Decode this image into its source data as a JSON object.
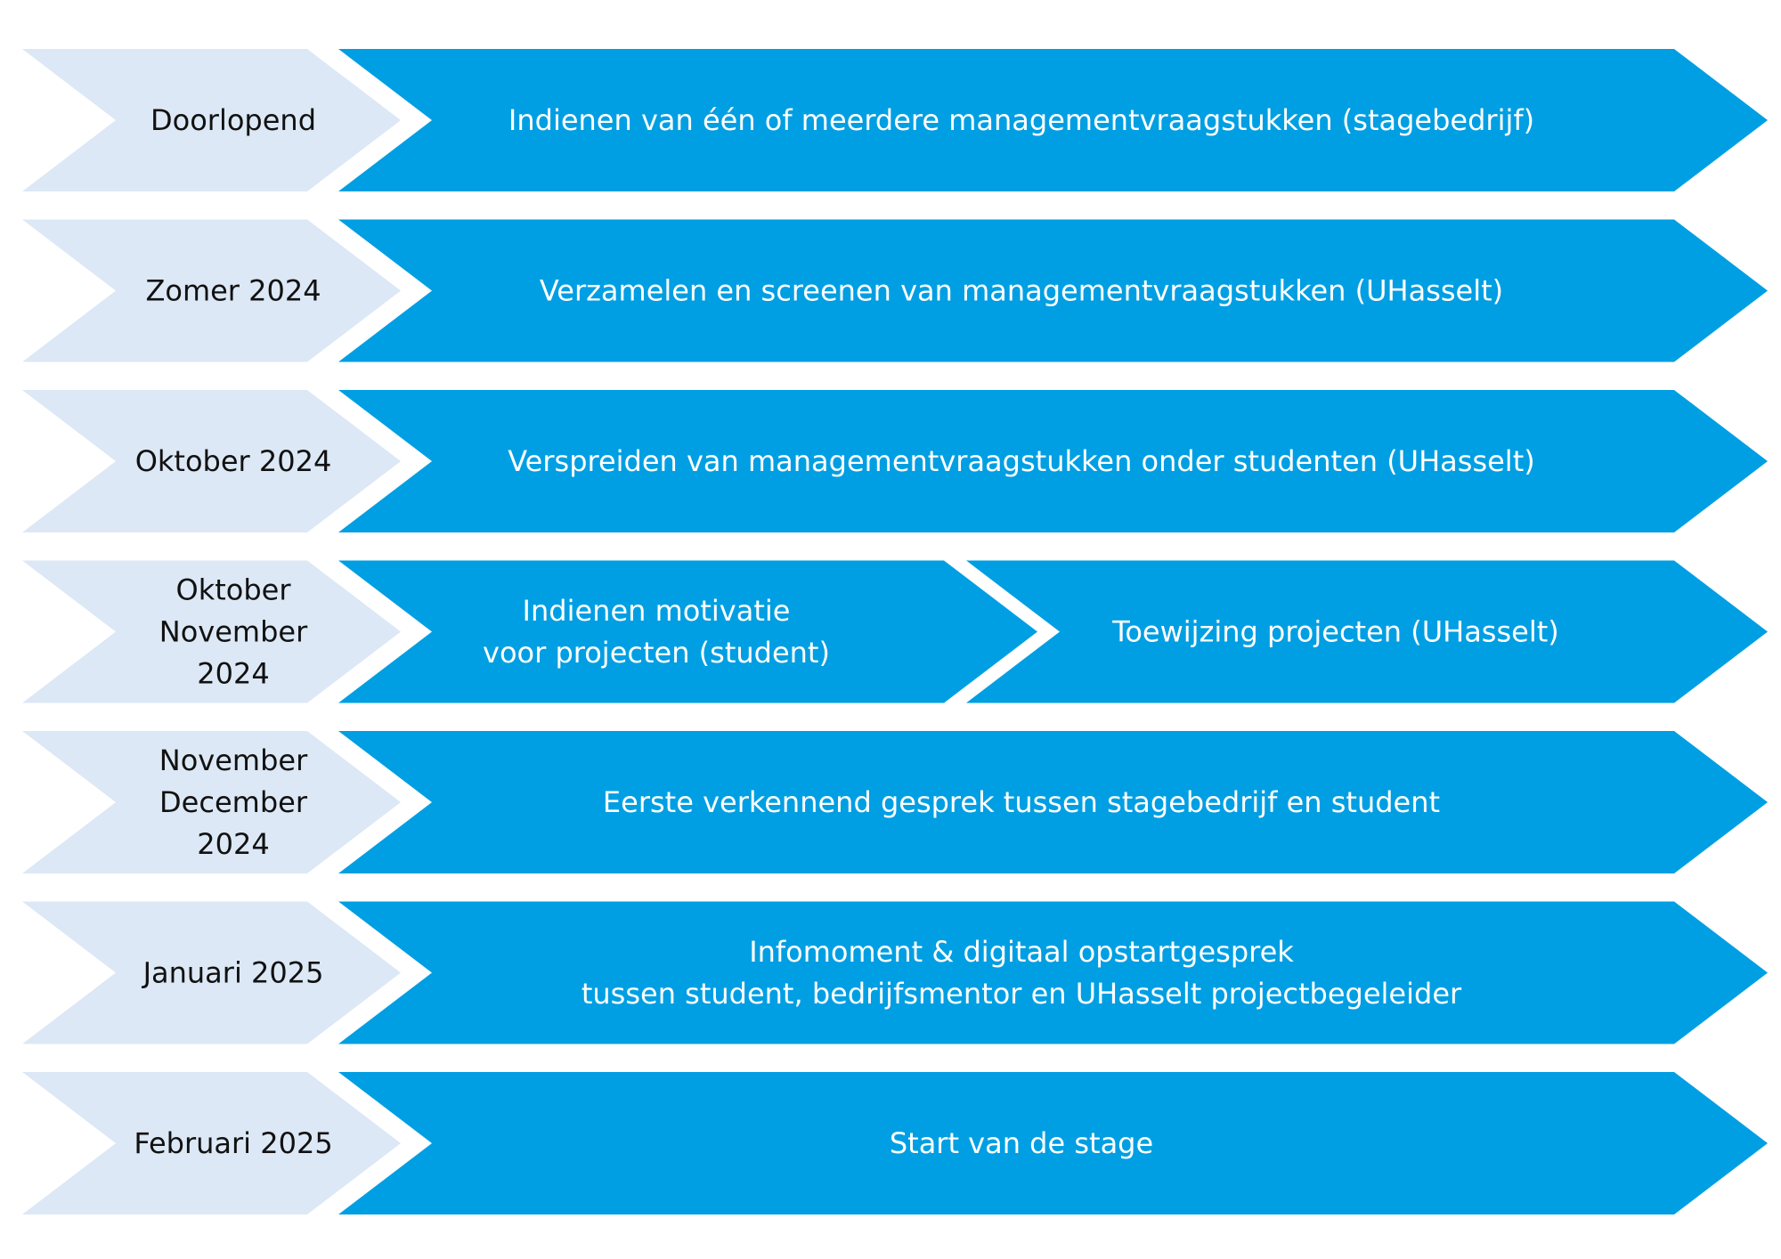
{
  "colors": {
    "date_chevron": "#DCE8F5",
    "task_chevron": "#009FE3",
    "date_text": "#111111",
    "task_text": "#FFFFFF",
    "background": "#FFFFFF"
  },
  "timeline": [
    {
      "date": [
        "Doorlopend"
      ],
      "tasks": [
        {
          "lines": [
            "Indienen van één of meerdere managementvraagstukken (stagebedrijf)"
          ]
        }
      ]
    },
    {
      "date": [
        "Zomer 2024"
      ],
      "tasks": [
        {
          "lines": [
            "Verzamelen en screenen van managementvraagstukken (UHasselt)"
          ]
        }
      ]
    },
    {
      "date": [
        "Oktober 2024"
      ],
      "tasks": [
        {
          "lines": [
            "Verspreiden van managementvraagstukken onder studenten (UHasselt)"
          ]
        }
      ]
    },
    {
      "date": [
        "Oktober",
        "November",
        "2024"
      ],
      "tasks": [
        {
          "lines": [
            "Indienen motivatie",
            "voor projecten (student)"
          ]
        },
        {
          "lines": [
            "Toewijzing projecten (UHasselt)"
          ]
        }
      ]
    },
    {
      "date": [
        "November",
        "December",
        "2024"
      ],
      "tasks": [
        {
          "lines": [
            "Eerste verkennend gesprek tussen stagebedrijf en student"
          ]
        }
      ]
    },
    {
      "date": [
        "Januari 2025"
      ],
      "tasks": [
        {
          "lines": [
            "Infomoment & digitaal opstartgesprek",
            "tussen student, bedrijfsmentor en UHasselt projectbegeleider"
          ]
        }
      ]
    },
    {
      "date": [
        "Februari 2025"
      ],
      "tasks": [
        {
          "lines": [
            "Start van de stage"
          ]
        }
      ]
    }
  ]
}
